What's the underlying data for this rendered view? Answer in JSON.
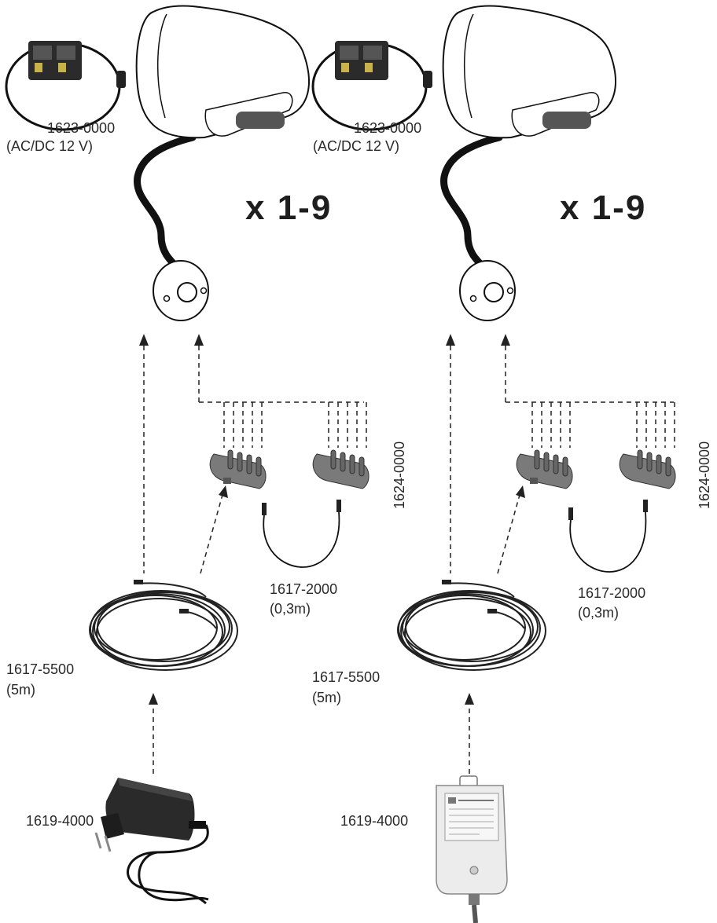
{
  "columns": [
    {
      "connector_part": "1623-0000",
      "connector_power": "(AC/DC 12 V)",
      "quantity": "x  1-9",
      "splitter_part": "1624-0000",
      "short_cable_part": "1617-2000",
      "short_cable_length": "(0,3m)",
      "long_cable_part": "1617-5500",
      "long_cable_length": "(5m)",
      "power_supply_part": "1619-4000"
    },
    {
      "connector_part": "1623-0000",
      "connector_power": "(AC/DC 12 V)",
      "quantity": "x  1-9",
      "splitter_part": "1624-0000",
      "short_cable_part": "1617-2000",
      "short_cable_length": "(0,3m)",
      "long_cable_part": "1617-5500",
      "long_cable_length": "(5m)",
      "power_supply_part": "1619-4000"
    }
  ],
  "icons": {
    "lamp": "reading-lamp-icon",
    "connector": "terminal-connector-icon",
    "splitter": "splitter-comb-icon",
    "cable": "coiled-cable-icon",
    "plug_adapter": "plug-adapter-icon",
    "transformer": "transformer-box-icon"
  },
  "colors": {
    "line": "#222222",
    "device_fill": "#7a7a7a",
    "lamp_fill": "#ffffff"
  }
}
